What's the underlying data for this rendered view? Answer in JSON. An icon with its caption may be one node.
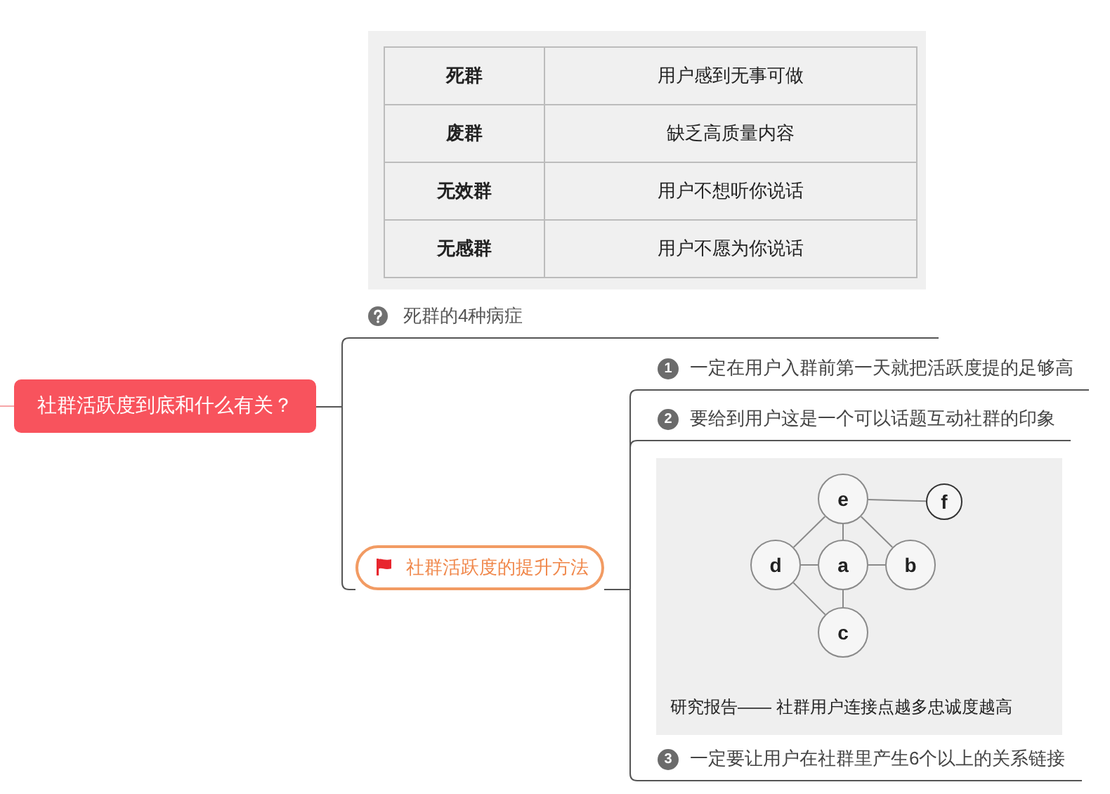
{
  "diagram": {
    "nodes": [
      {
        "text": [
          "社群活跃度到底和什么有关？"
        ]
      },
      {
        "text": [
          "死群的4种病症"
        ]
      },
      {
        "text": [
          "社群活跃度的提升方法"
        ]
      },
      {
        "text": [
          "1",
          "一定在用户入群前第一天就把活跃度提的足够高"
        ]
      },
      {
        "text": [
          "2",
          "要给到用户这是一个可以话题互动社群的印象"
        ]
      },
      {
        "text": [
          "研究报告—— 社群用户连接点越多忠诚度越高"
        ]
      },
      {
        "text": [
          "e"
        ],
        "in": 5
      },
      {
        "text": [
          "f"
        ],
        "in": 5
      },
      {
        "text": [
          "d"
        ],
        "in": 5
      },
      {
        "text": [
          "a"
        ],
        "in": 5
      },
      {
        "text": [
          "b"
        ],
        "in": 5
      },
      {
        "text": [
          "c"
        ],
        "in": 5
      },
      {
        "text": [
          "3",
          "一定要让用户在社群里产生6个以上的关系链接"
        ]
      }
    ],
    "edges": [
      {
        "from": null,
        "to": 0,
        "arrow": "none",
        "color": "#f6a5a8"
      },
      {
        "from": 0,
        "to": 1,
        "arrow": "none",
        "color": "#555555"
      },
      {
        "from": 0,
        "to": 2,
        "arrow": "none",
        "color": "#555555"
      },
      {
        "from": 2,
        "to": 3,
        "arrow": "none",
        "color": "#555555"
      },
      {
        "from": 2,
        "to": 4,
        "arrow": "none",
        "color": "#555555"
      },
      {
        "from": 2,
        "to": 12,
        "arrow": "none",
        "color": "#555555"
      },
      {
        "from": 6,
        "to": 9,
        "arrow": "none"
      },
      {
        "from": 6,
        "to": 7,
        "arrow": "none"
      },
      {
        "from": 6,
        "to": 8,
        "arrow": "none"
      },
      {
        "from": 6,
        "to": 10,
        "arrow": "none"
      },
      {
        "from": 8,
        "to": 9,
        "arrow": "none"
      },
      {
        "from": 9,
        "to": 10,
        "arrow": "none"
      },
      {
        "from": 9,
        "to": 11,
        "arrow": "none"
      },
      {
        "from": 8,
        "to": 11,
        "arrow": "none"
      }
    ],
    "labels": [
      "死群",
      "用户感到无事可做",
      "废群",
      "缺乏高质量内容",
      "无效群",
      "用户不想听你说话",
      "无感群",
      "用户不愿为你说话"
    ]
  }
}
